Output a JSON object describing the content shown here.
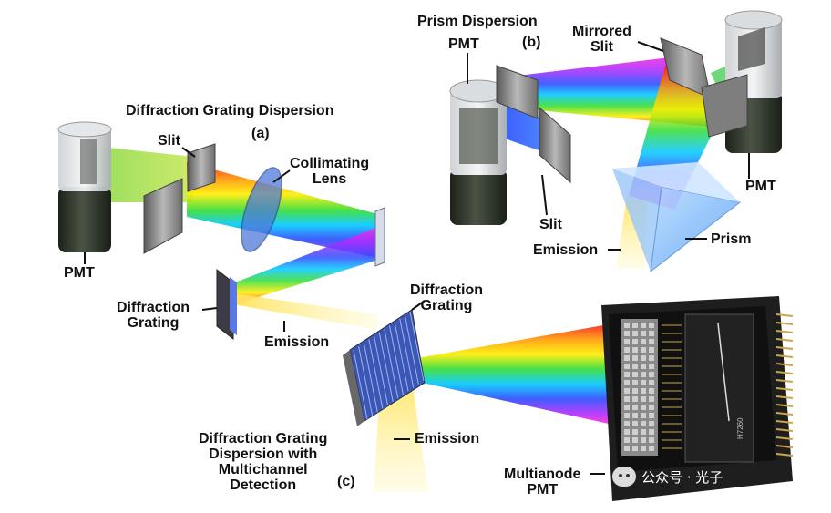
{
  "labels": {
    "a_title": "Diffraction Grating Dispersion",
    "a_tag": "(a)",
    "a_slit": "Slit",
    "a_lens": "Collimating\nLens",
    "a_pmt": "PMT",
    "a_grating": "Diffraction\nGrating",
    "a_emission": "Emission",
    "b_title": "Prism Dispersion",
    "b_tag": "(b)",
    "b_pmt_left": "PMT",
    "b_mirrored_slit": "Mirrored\nSlit",
    "b_pmt_right": "PMT",
    "b_slit": "Slit",
    "b_emission": "Emission",
    "b_prism": "Prism",
    "c_grating": "Diffraction\nGrating",
    "c_emission": "Emission",
    "c_title": "Diffraction Grating\nDispersion with\nMultichannel\nDetection",
    "c_tag": "(c)",
    "c_pmt": "Multianode\nPMT",
    "c_chip_text": "H7260"
  },
  "watermark": {
    "text": "公众号 · 光子"
  },
  "colors": {
    "spectrum": [
      "#ff1a1a",
      "#ff9a00",
      "#ffee00",
      "#33dd33",
      "#00c8ff",
      "#2b4bff",
      "#b02bff",
      "#ff2bd8"
    ],
    "emission": "#ffe45c",
    "pmt_body": "#2e352b",
    "metal": "#8c8c8c"
  }
}
